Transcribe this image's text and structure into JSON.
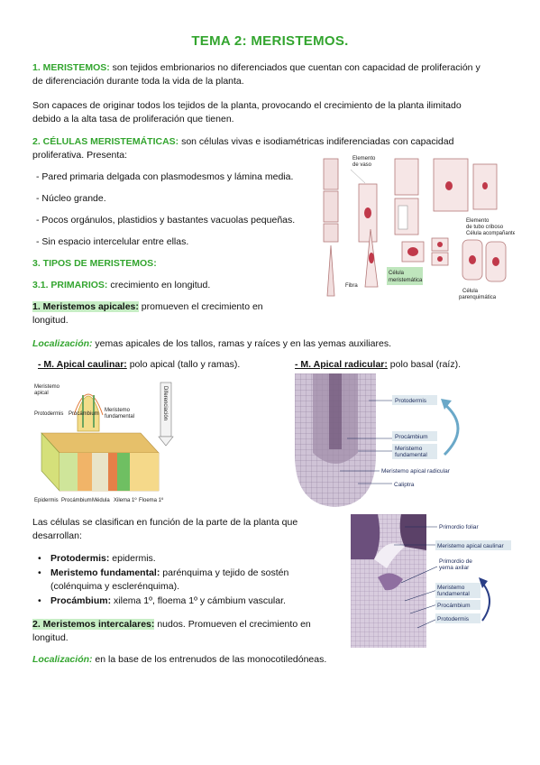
{
  "title": "TEMA 2: MERISTEMOS.",
  "s1": {
    "heading": "1. MERISTEMOS:",
    "text_a": " son tejidos embrionarios no diferenciados que cuentan con capacidad de proliferación y",
    "text_b": "de diferenciación durante toda la vida de la planta."
  },
  "p2": {
    "line1": "Son capaces de originar todos los tejidos de la planta, provocando el crecimiento de la planta ilimitado",
    "line2": "debido a la alta tasa de proliferación que tienen."
  },
  "s2": {
    "heading": "2. CÉLULAS MERISTEMÁTICAS:",
    "text_a": " son células vivas e isodiamétricas indiferenciadas con capacidad",
    "text_b": "proliferativa.  Presenta:",
    "bullets": [
      "- Pared primaria delgada con plasmodesmos y lámina media.",
      "- Núcleo grande.",
      "- Pocos orgánulos, plastidios y  bastantes vacuolas pequeñas.",
      "- Sin espacio intercelular entre ellas."
    ]
  },
  "fig1": {
    "labels": {
      "vaso": "Elemento de vaso",
      "tubo": "Elemento de tubo criboso Célula acompañante",
      "fibra": "Fibra",
      "merist": "Célula meristemática",
      "parenq": "Célula parenquimática"
    }
  },
  "s3": {
    "heading": "3. TIPOS DE MERISTEMOS:",
    "sub_heading": "3.1. PRIMARIOS:",
    "sub_text": " crecimiento en longitud.",
    "apic_heading": "1. Meristemos apicales:",
    "apic_text_a": " promueven el crecimiento  en",
    "apic_text_b": "longitud.",
    "loc_label": "Localización:",
    "loc_text": " yemas apicales de los tallos, ramas y raíces y en las yemas auxiliares.",
    "caulinar_label": "- M. Apical caulinar:",
    "caulinar_text": " polo apical (tallo y  ramas).",
    "radicular_label": "- M. Apical radicular:",
    "radicular_text": " polo basal (raíz)."
  },
  "fig2": {
    "labels": {
      "merist_apical": "Meristemo apical",
      "protodermis": "Protodermis",
      "procambium": "Procámbium",
      "fundamental": "Meristemo fundamental",
      "diferenciacion": "Diferenciación",
      "epidermis": "Epidermis",
      "procambium2": "Procámbium",
      "medula": "Médula",
      "xilema": "Xilema 1º",
      "floema": "Floema 1º"
    }
  },
  "fig3": {
    "labels": {
      "protodermis": "Protodermis",
      "procambium": "Procámbium",
      "fundamental": "Meristemo fundamental",
      "apical_rad": "Meristemo apical radicular",
      "caliptra": "Caliptra"
    }
  },
  "s4": {
    "line1": "Las células se clasifican en función de la parte de la planta que",
    "line2": "desarrollan:",
    "items": [
      {
        "label": "Protodermis:",
        "text": " epidermis."
      },
      {
        "label": "Meristemo fundamental:",
        "text": " parénquima y tejido de sostén",
        "text2": "(colénquima y  esclerénquima)."
      },
      {
        "label": "Procámbium:",
        "text": " xilema 1º, floema 1º y  cámbium vascular."
      }
    ]
  },
  "fig4": {
    "labels": {
      "primordio_foliar": "Primordio foliar",
      "apical_caulinar": "Meristemo apical caulinar",
      "primordio_yema": "Primordio de yema axilar",
      "fundamental": "Meristemo fundamental",
      "procambium": "Procámbium",
      "protodermis": "Protodermis"
    }
  },
  "s5": {
    "heading": "2. Meristemos intercalares:",
    "text_a": " nudos. Promueven el crecimiento  en",
    "text_b": "longitud.",
    "loc_label": "Localización:",
    "loc_text": " en la base de los entrenudos de las monocotiledóneas."
  }
}
